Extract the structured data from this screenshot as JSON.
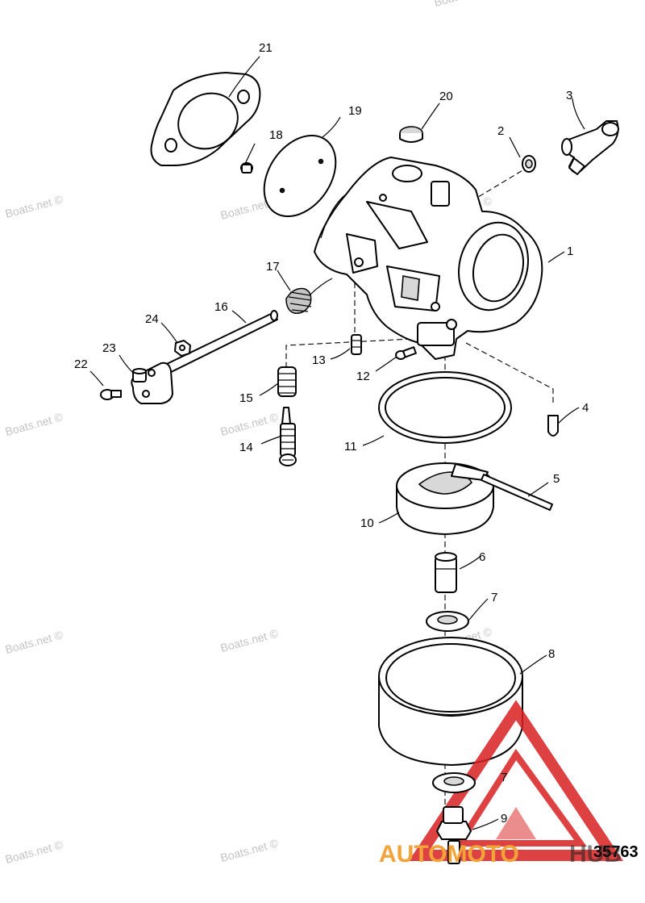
{
  "diagram": {
    "reference_number": "35763",
    "watermark_text": "Boats.net ©",
    "logo": {
      "part1": "AUTOMOTO",
      "part2": "HUB",
      "colors": {
        "triangle": "#d92020",
        "part1": "#f2a33a",
        "part2": "#222222"
      }
    },
    "callouts": [
      "1",
      "2",
      "3",
      "4",
      "5",
      "6",
      "7",
      "7",
      "8",
      "9",
      "10",
      "11",
      "12",
      "13",
      "14",
      "15",
      "16",
      "17",
      "18",
      "19",
      "20",
      "21",
      "22",
      "23",
      "24"
    ]
  }
}
